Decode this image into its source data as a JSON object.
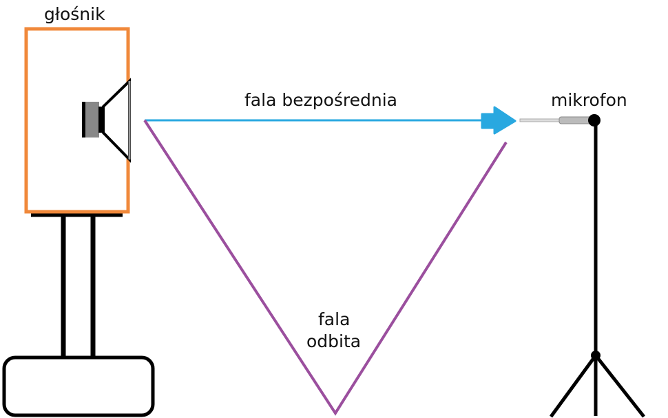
{
  "labels": {
    "speaker": "głośnik",
    "direct_wave": "fala bezpośrednia",
    "microphone": "mikrofon",
    "reflected_wave_line1": "fala",
    "reflected_wave_line2": "odbita"
  },
  "colors": {
    "speaker_box": "#F0883A",
    "direct_wave": "#29A8E0",
    "reflected_wave": "#9B4F9E",
    "stand": "#000000"
  }
}
